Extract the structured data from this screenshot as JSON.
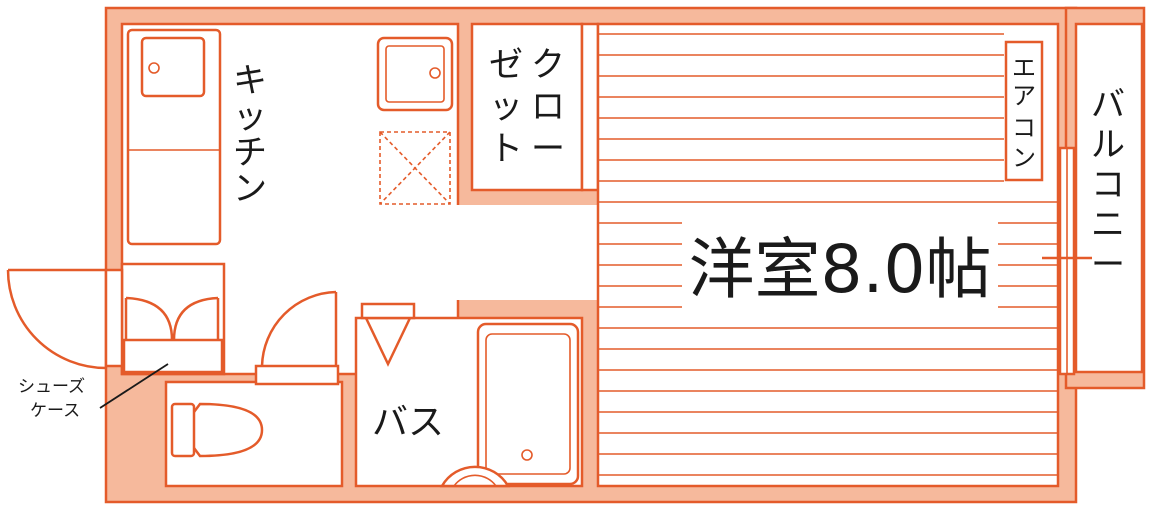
{
  "labels": {
    "kitchen": [
      "キ",
      "ッ",
      "チ",
      "ン"
    ],
    "closet_col1": [
      "ク",
      "ロ",
      "ー"
    ],
    "closet_col2": [
      "ゼ",
      "ッ",
      "ト"
    ],
    "aircon": [
      "エ",
      "ア",
      "コ",
      "ン"
    ],
    "balcony": [
      "バ",
      "ル",
      "コ",
      "ニ",
      "ー"
    ],
    "bath": "バス",
    "western_room": "洋室8.0帖",
    "shoe_case_line1": "シューズ",
    "shoe_case_line2": "ケース"
  },
  "colors": {
    "wall": "#e45b2a",
    "wall_fill": "#f6b99c",
    "text": "#1a1a1a"
  }
}
